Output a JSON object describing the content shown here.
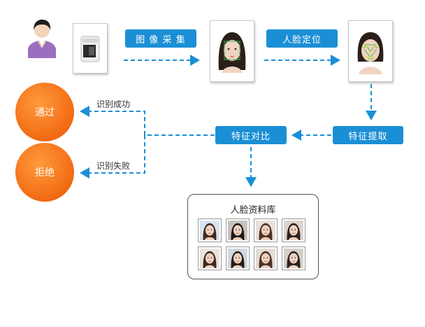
{
  "steps": {
    "capture": "图 像 采 集",
    "locate": "人脸定位",
    "extract": "特征提取",
    "compare": "特征对比"
  },
  "results": {
    "pass": "通过",
    "reject": "拒绝"
  },
  "edge_labels": {
    "success": "识别成功",
    "failure": "识别失败"
  },
  "database": {
    "title": "人脸资料库",
    "photo_count": 8
  },
  "colors": {
    "step_blue": "#1b8fd6",
    "arrow_blue": "#1b8fd6",
    "result_orange": "#f26a12",
    "person_purple": "#9a6fc0"
  }
}
